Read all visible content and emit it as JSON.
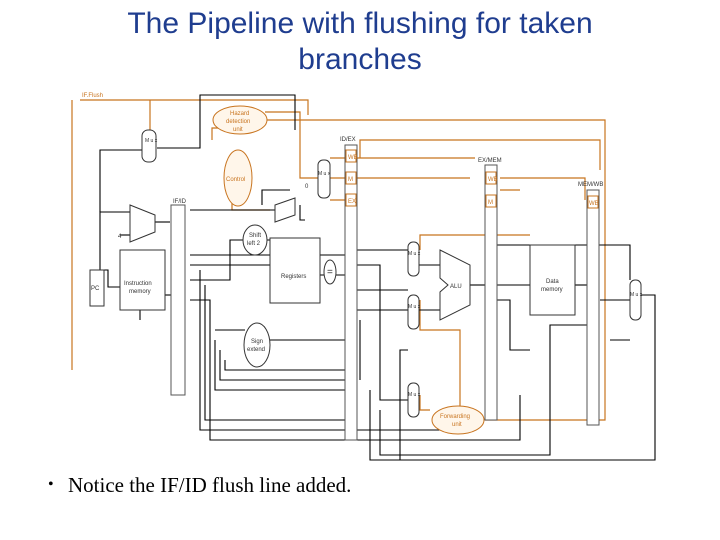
{
  "title_line1": "The Pipeline with flushing for taken",
  "title_line2": "branches",
  "bullet_text": "Notice the IF/ID flush line added.",
  "colors": {
    "title": "#1f3d8f",
    "control": "#c8741f",
    "datapath": "#000000"
  },
  "labels": {
    "if_flush": "IF.Flush",
    "hazard": "Hazard",
    "detection": "detection",
    "unit": "unit",
    "idex": "ID/EX",
    "exmem": "EX/MEM",
    "memwb": "MEM/WB",
    "ifid": "IF/ID",
    "control": "Control",
    "zero": "0",
    "wb": "WB",
    "m": "M",
    "ex": "EX",
    "four": "4",
    "shift1": "Shift",
    "shift2": "left 2",
    "registers": "Registers",
    "equal": "=",
    "alu": "ALU",
    "data1": "Data",
    "data2": "memory",
    "pc": "PC",
    "instr1": "Instruction",
    "instr2": "memory",
    "sign1": "Sign",
    "sign2": "extend",
    "fwd1": "Forwarding",
    "fwd2": "unit",
    "mux": "M u x"
  }
}
